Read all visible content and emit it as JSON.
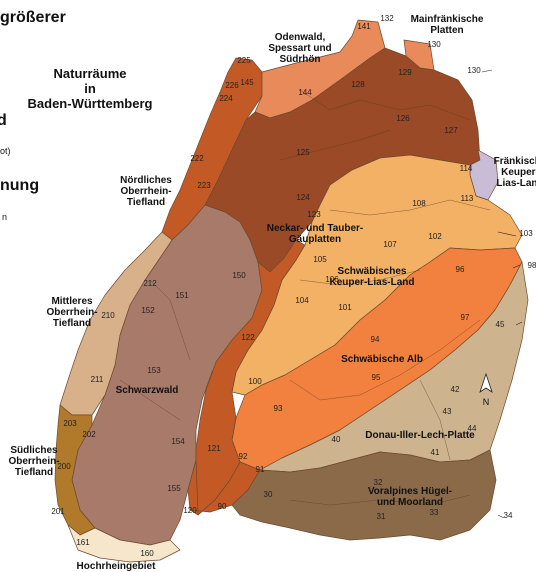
{
  "title_lines": [
    "Naturräume",
    "in",
    "Baden-Württemberg"
  ],
  "edge_fragments": {
    "top_left": "größerer",
    "mid_left_bold": "nung",
    "small_a": "ot)",
    "single_a": "d",
    "single_b": "n"
  },
  "colors": {
    "dark_orange": "#c35a26",
    "dark_brown": "#9a4a26",
    "salmon": "#e88a5a",
    "mauve": "#a87a6a",
    "light_tan": "#d8b08a",
    "gold": "#f2b164",
    "orange": "#f2803e",
    "taupe": "#8b6a4a",
    "ochre": "#b07a2a",
    "cream": "#f5e6cc",
    "lilac": "#c8bcd6",
    "sand": "#cdb38e"
  },
  "regions": [
    {
      "name": "Odenwald,\nSpessart und\nSüdrhön"
    },
    {
      "name": "Mainfränkische\nPlatten"
    },
    {
      "name": "Nördliches\nOberrhein-\nTiefland"
    },
    {
      "name": "Neckar- und Tauber-\nGäuplatten"
    },
    {
      "name": "Fränkische\nKeuper-\nLias-Land"
    },
    {
      "name": "Schwäbisches\nKeuper-Lias-Land"
    },
    {
      "name": "Mittleres\nOberrhein-\nTiefland"
    },
    {
      "name": "Schwarzwald"
    },
    {
      "name": "Schwäbische Alb"
    },
    {
      "name": "Donau-Iller-Lech-Platte"
    },
    {
      "name": "Südliches\nOberrhein-\nTiefland"
    },
    {
      "name": "Voralpines Hügel-\nund Moorland"
    },
    {
      "name": "Hochrheingebiet"
    }
  ],
  "numbers": [
    "132",
    "141",
    "130",
    "225",
    "226",
    "145",
    "129",
    "130",
    "224",
    "144",
    "128",
    "126",
    "127",
    "125",
    "114",
    "222",
    "124",
    "113",
    "223",
    "108",
    "123",
    "103",
    "102",
    "107",
    "105",
    "96",
    "98",
    "212",
    "150",
    "106",
    "151",
    "104",
    "210",
    "101",
    "97",
    "45",
    "152",
    "94",
    "122",
    "153",
    "211",
    "95",
    "42",
    "100",
    "93",
    "43",
    "203",
    "202",
    "154",
    "44",
    "40",
    "121",
    "92",
    "41",
    "200",
    "91",
    "155",
    "30",
    "32",
    "201",
    "120",
    "90",
    "31",
    "33",
    "34",
    "161",
    "160"
  ],
  "compass": {
    "label": "N"
  }
}
